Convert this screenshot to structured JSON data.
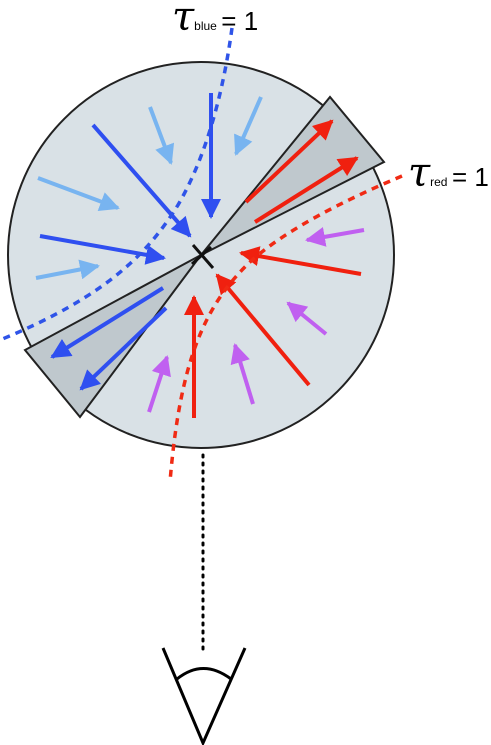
{
  "labels": {
    "blue": {
      "symbol": "τ",
      "subscript": "blue",
      "equals": "= 1"
    },
    "red": {
      "symbol": "τ",
      "subscript": "red",
      "equals": "= 1"
    }
  },
  "colors": {
    "disk_fill": "#d9e1e6",
    "cone_fill": "#bfc8cd",
    "outline": "#222222",
    "blue_arrow": "#2f4ff0",
    "light_blue_arrow": "#78b4f0",
    "red_arrow": "#f0200f",
    "purple_arrow": "#c060f0",
    "blue_dashed": "#2f54e8",
    "red_dashed": "#f02a14",
    "observer_dots": "#000000"
  },
  "icons": {
    "observer": "eye-icon"
  }
}
